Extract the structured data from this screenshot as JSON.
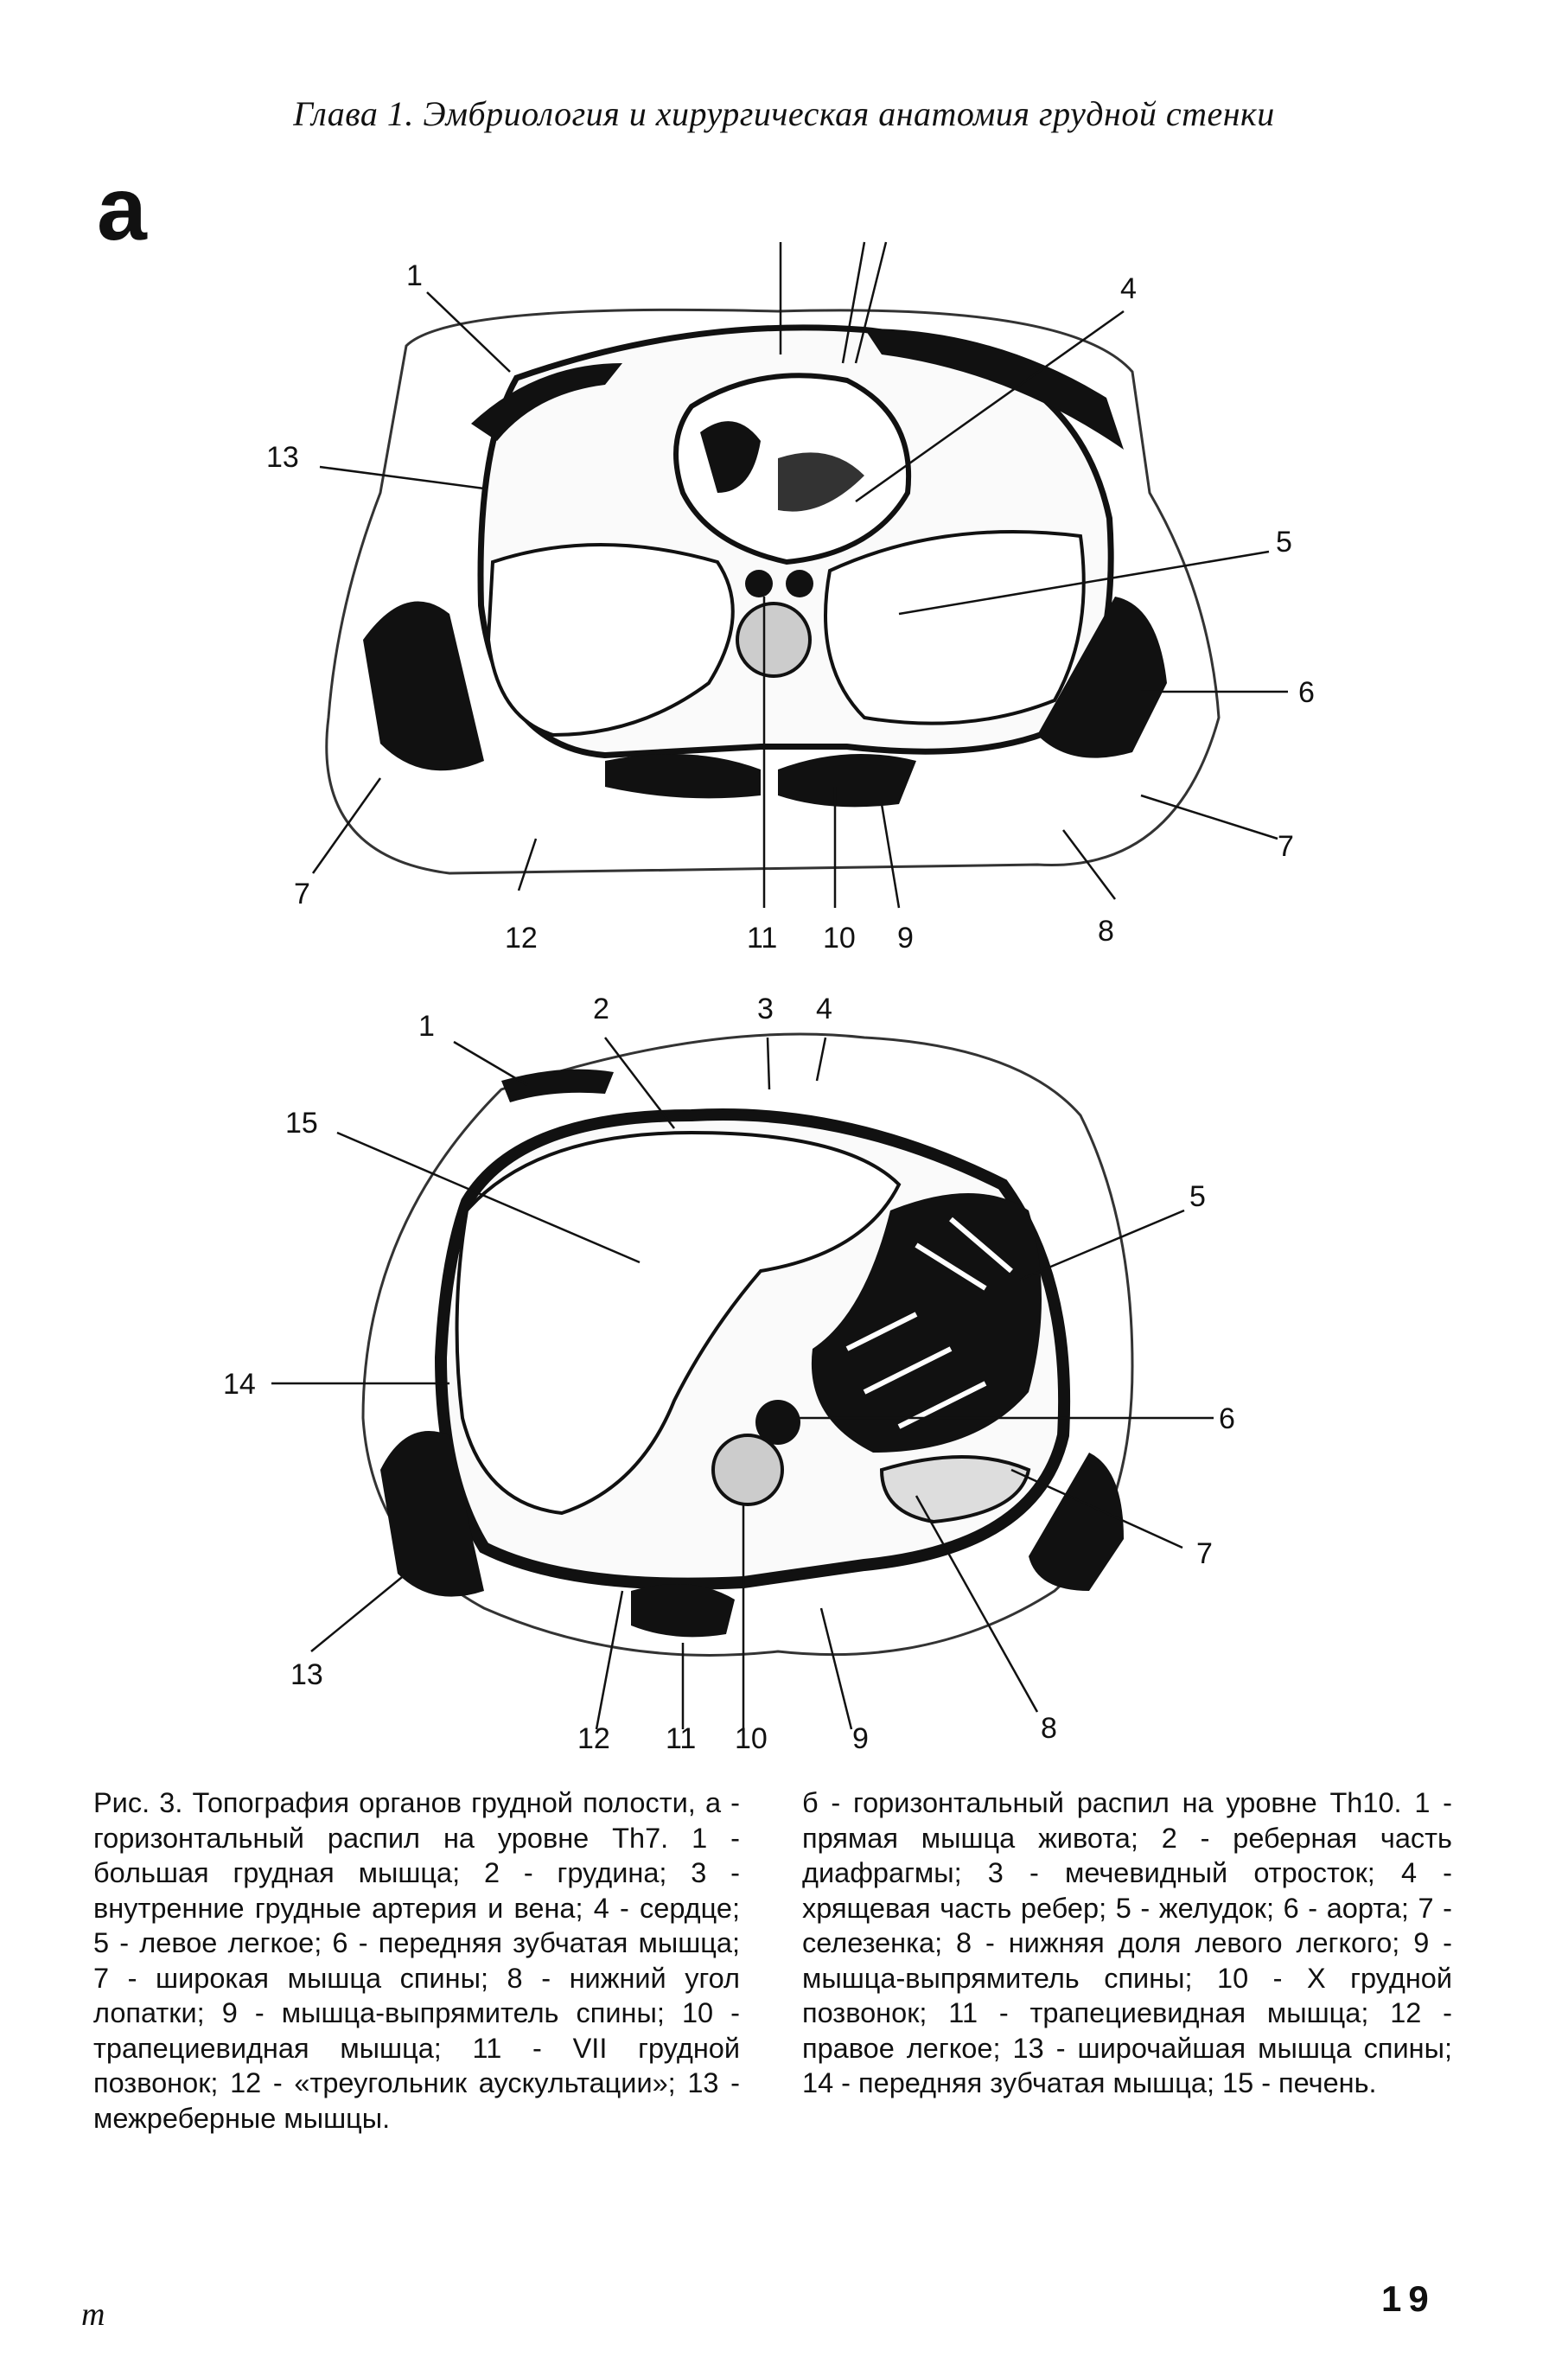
{
  "header": {
    "chapter_title": "Глава 1. Эмбриология и хирургическая анатомия грудной стенки"
  },
  "figure_a": {
    "panel_letter": "а",
    "labels": [
      "1",
      "13",
      "4",
      "5",
      "6",
      "7",
      "7",
      "12",
      "11",
      "10",
      "9",
      "8"
    ]
  },
  "figure_b": {
    "labels": [
      "1",
      "2",
      "3",
      "4",
      "15",
      "5",
      "14",
      "6",
      "7",
      "13",
      "12",
      "11",
      "10",
      "9",
      "8"
    ]
  },
  "caption": {
    "left": "Рис. 3. Топография органов грудной полости, а - горизонтальный распил на уровне Th7. 1 - большая грудная мышца; 2 - грудина; 3 - внутренние грудные артерия и вена; 4 - сердце; 5 - левое легкое; 6 - передняя зубчатая мышца; 7 - широкая мышца спины; 8 - нижний угол лопатки; 9 - мышца-выпрямитель спины; 10 - трапециевидная мышца; 11 - VII грудной позвонок; 12 - «треугольник аускультации»; 13 - межреберные мышцы.",
    "right": "б - горизонтальный распил на уровне Th10. 1 - прямая мышца живота; 2 - реберная часть диафрагмы; 3 - мечевидный отросток; 4 - хрящевая часть ребер; 5 - желудок; 6 - аорта; 7 - селезенка; 8 - нижняя доля левого легкого; 9 - мышца-выпрямитель спины; 10 - X грудной позвонок; 11 - трапециевидная мышца; 12 - правое легкое; 13 - широчайшая мышца спины; 14 - передняя зубчатая мышца; 15 - печень."
  },
  "footer": {
    "mark": "m",
    "page_number": "19"
  }
}
